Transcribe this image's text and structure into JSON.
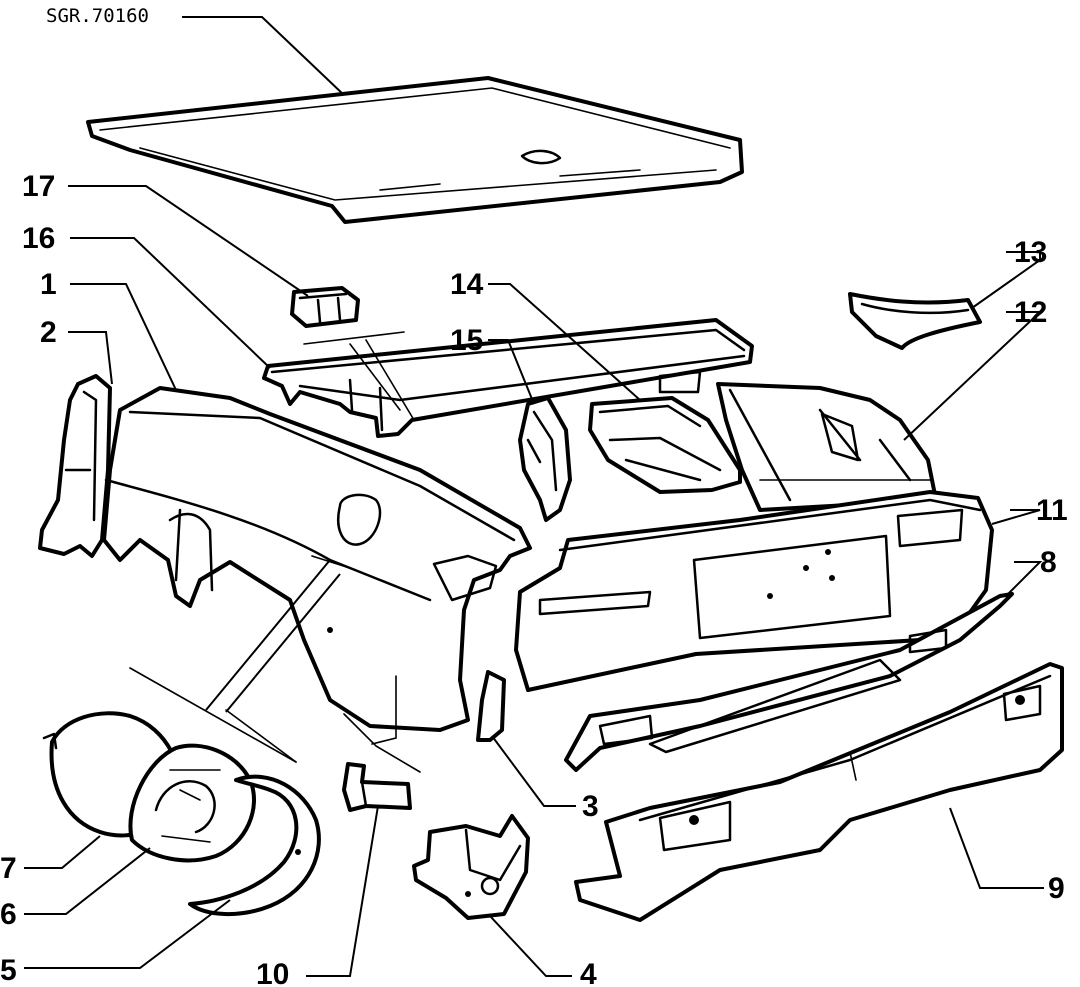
{
  "drawing": {
    "code": "SGR.70160"
  },
  "callouts": [
    {
      "id": "1",
      "label": "1"
    },
    {
      "id": "2",
      "label": "2"
    },
    {
      "id": "3",
      "label": "3"
    },
    {
      "id": "4",
      "label": "4"
    },
    {
      "id": "5",
      "label": "5"
    },
    {
      "id": "6",
      "label": "6"
    },
    {
      "id": "7",
      "label": "7"
    },
    {
      "id": "8",
      "label": "8"
    },
    {
      "id": "9",
      "label": "9"
    },
    {
      "id": "10",
      "label": "10"
    },
    {
      "id": "11",
      "label": "11"
    },
    {
      "id": "12",
      "label": "12"
    },
    {
      "id": "13",
      "label": "13"
    },
    {
      "id": "14",
      "label": "14"
    },
    {
      "id": "15",
      "label": "15"
    },
    {
      "id": "16",
      "label": "16"
    },
    {
      "id": "17",
      "label": "17"
    }
  ],
  "colors": {
    "ink": "#000000",
    "paper": "#ffffff"
  }
}
